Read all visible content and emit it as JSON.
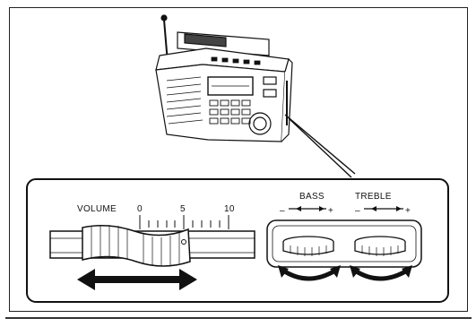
{
  "volume": {
    "label": "VOLUME",
    "ticks": [
      "0",
      "5",
      "10"
    ]
  },
  "tone": {
    "bass_label": "BASS",
    "treble_label": "TREBLE",
    "minus": "–",
    "plus": "+"
  }
}
